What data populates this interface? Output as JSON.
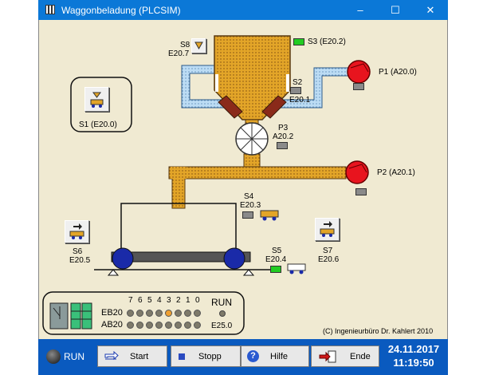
{
  "window": {
    "title": "Waggonbeladung (PLCSIM)",
    "min_glyph": "–",
    "max_glyph": "☐",
    "close_glyph": "✕"
  },
  "sensors": {
    "s8": {
      "name": "S8",
      "addr": "E20.7"
    },
    "s3": {
      "label": "S3 (E20.2)"
    },
    "s2": {
      "name": "S2",
      "addr": "E20.1"
    },
    "s1": {
      "label": "S1 (E20.0)"
    },
    "s4": {
      "name": "S4",
      "addr": "E20.3"
    },
    "s5": {
      "name": "S5",
      "addr": "E20.4"
    },
    "s6": {
      "name": "S6",
      "addr": "E20.5"
    },
    "s7": {
      "name": "S7",
      "addr": "E20.6"
    }
  },
  "pumps": {
    "p1": "P1 (A20.0)",
    "p2": "P2 (A20.1)",
    "p3_name": "P3",
    "p3_addr": "A20.2"
  },
  "io_panel": {
    "bits": [
      "7",
      "6",
      "5",
      "4",
      "3",
      "2",
      "1",
      "0"
    ],
    "eb_label": "EB20",
    "ab_label": "AB20",
    "eb_active": [
      false,
      false,
      false,
      false,
      true,
      false,
      false,
      false
    ],
    "ab_active": [
      false,
      false,
      false,
      false,
      false,
      false,
      false,
      false
    ],
    "run_label": "RUN",
    "run_addr": "E25.0"
  },
  "copyright": "(C) Ingenieurbüro Dr. Kahlert 2010",
  "bottom": {
    "run_label": "RUN",
    "start_label": "Start",
    "stop_label": "Stopp",
    "help_label": "Hilfe",
    "end_label": "Ende",
    "date": "24.11.2017",
    "time": "11:19:50"
  },
  "colors": {
    "material": "#e3a528",
    "pipe_air": "#bcdcf4",
    "pump": "#e8141e",
    "sensor_on": "#22cc22",
    "panel": "#f0ead2",
    "bar": "#0a5abf"
  }
}
